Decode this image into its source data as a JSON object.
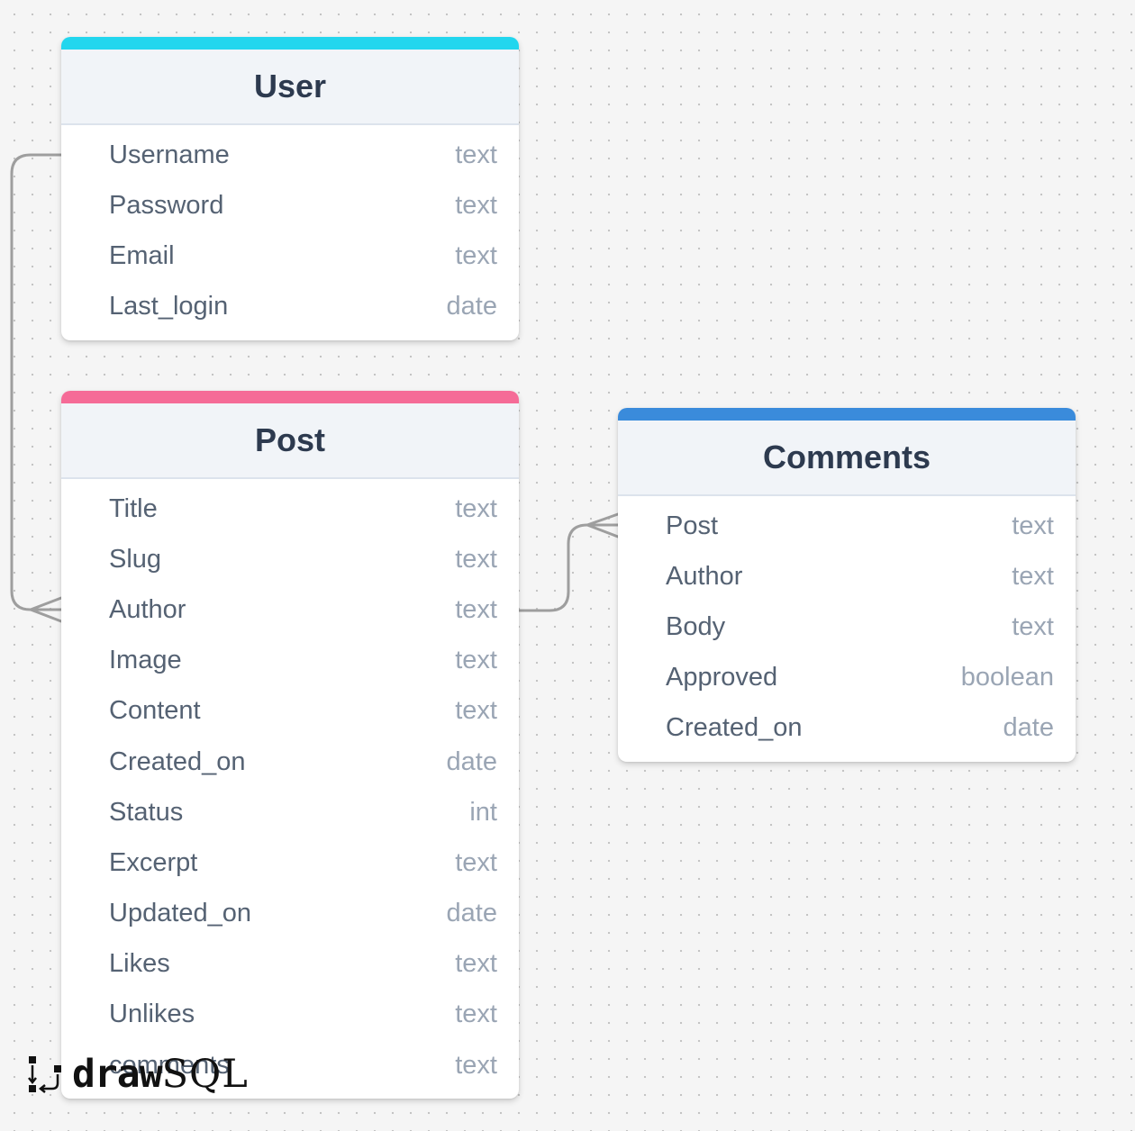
{
  "tables": {
    "user": {
      "title": "User",
      "accent": "#22d6ee",
      "columns": [
        {
          "name": "Username",
          "type": "text"
        },
        {
          "name": "Password",
          "type": "text"
        },
        {
          "name": "Email",
          "type": "text"
        },
        {
          "name": "Last_login",
          "type": "date"
        }
      ]
    },
    "post": {
      "title": "Post",
      "accent": "#f56b97",
      "columns": [
        {
          "name": "Title",
          "type": "text"
        },
        {
          "name": "Slug",
          "type": "text"
        },
        {
          "name": "Author",
          "type": "text"
        },
        {
          "name": "Image",
          "type": "text"
        },
        {
          "name": "Content",
          "type": "text"
        },
        {
          "name": "Created_on",
          "type": "date"
        },
        {
          "name": "Status",
          "type": "int"
        },
        {
          "name": "Excerpt",
          "type": "text"
        },
        {
          "name": "Updated_on",
          "type": "date"
        },
        {
          "name": "Likes",
          "type": "text"
        },
        {
          "name": "Unlikes",
          "type": "text"
        },
        {
          "name": "comments",
          "type": "text"
        }
      ]
    },
    "comments": {
      "title": "Comments",
      "accent": "#3a8bdb",
      "columns": [
        {
          "name": "Post",
          "type": "text"
        },
        {
          "name": "Author",
          "type": "text"
        },
        {
          "name": "Body",
          "type": "text"
        },
        {
          "name": "Approved",
          "type": "boolean"
        },
        {
          "name": "Created_on",
          "type": "date"
        }
      ]
    }
  },
  "relationships": [
    {
      "from_table": "User",
      "from_column": "Username",
      "to_table": "Post",
      "to_column": "Author",
      "cardinality": "one-to-many"
    },
    {
      "from_table": "Post",
      "from_column": "Author",
      "to_table": "Comments",
      "to_column": "Post",
      "cardinality": "one-to-many"
    }
  ],
  "logo": {
    "part1": "draw",
    "part2": "SQL"
  },
  "colors": {
    "connector": "#9e9e9e",
    "header_bg": "#f1f4f8",
    "title_text": "#2d3a4f"
  }
}
